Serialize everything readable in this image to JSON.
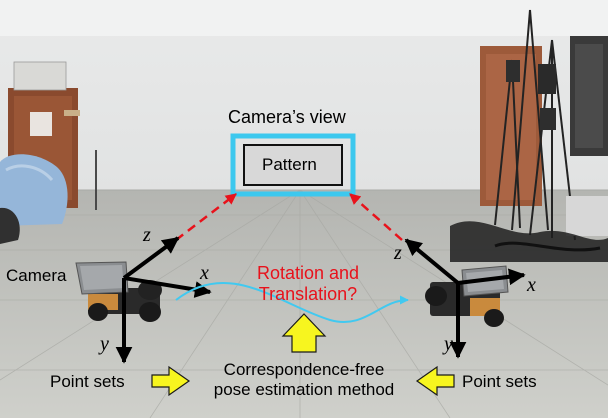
{
  "labels": {
    "camera_view": "Camera’s view",
    "pattern": "Pattern",
    "camera": "Camera",
    "rotation_line1": "Rotation and",
    "rotation_line2": "Translation?",
    "method_line1": "Correspondence-free",
    "method_line2": "pose estimation method",
    "point_sets_left": "Point sets",
    "point_sets_right": "Point sets"
  },
  "axes": {
    "left": {
      "x": "x",
      "y": "y",
      "z": "z"
    },
    "right": {
      "x": "x",
      "y": "y",
      "z": "z"
    }
  },
  "colors": {
    "frame_highlight": "#3cc8ee",
    "question_text": "#e8121b",
    "ray_dashed": "#e8121b",
    "motion_curve": "#41c9f0",
    "block_arrow": "#f7f51f",
    "axis_arrow": "#000000"
  }
}
